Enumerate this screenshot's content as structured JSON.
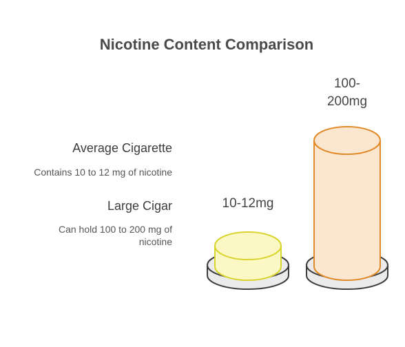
{
  "title": "Nicotine Content Comparison",
  "items": [
    {
      "heading": "Average Cigarette",
      "description": "Contains 10 to 12 mg of nicotine",
      "value_label": "10-12mg",
      "color": "#d9d430",
      "fill": "#fbf8c6"
    },
    {
      "heading": "Large Cigar",
      "description_line1": "Can hold 100 to 200 mg of",
      "description_line2": "nicotine",
      "value_label_line1": "100-",
      "value_label_line2": "200mg",
      "color": "#e08a2a",
      "fill": "#fbe6cf"
    }
  ],
  "base_color": "#3d3d3d",
  "base_fill": "#ebebeb"
}
